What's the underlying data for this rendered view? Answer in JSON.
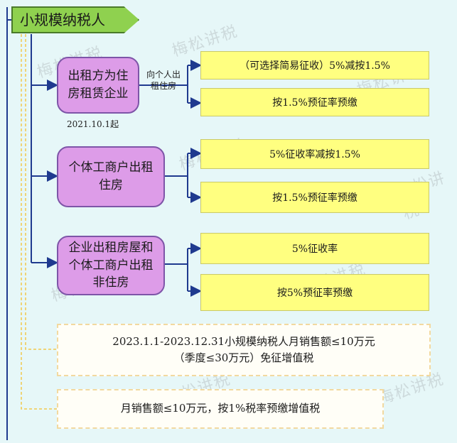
{
  "title": "小规模纳税人",
  "branches": [
    {
      "label_lines": [
        "出租方为住",
        "房租赁企业"
      ],
      "arrow_label_lines": [
        "向个人出",
        "租住房"
      ],
      "note": "2021.10.1起",
      "outcomes": [
        "（可选择简易征收）5%减按1.5%",
        "按1.5%预征率预缴"
      ]
    },
    {
      "label_lines": [
        "个体工商户出租",
        "住房"
      ],
      "outcomes": [
        "5%征收率减按1.5%",
        "按1.5%预征率预缴"
      ]
    },
    {
      "label_lines": [
        "企业出租房屋和",
        "个体工商户出租",
        "非住房"
      ],
      "outcomes": [
        "5%征收率",
        "按5%预征率预缴"
      ]
    }
  ],
  "exemption_lines": [
    "2023.1.1-2023.12.31小规模纳税人月销售额≤10万元",
    "（季度≤30万元）免征增值税"
  ],
  "prepay_text": "月销售额≤10万元，按1%税率预缴增值税",
  "watermark": "梅松讲税",
  "colors": {
    "background": "#e6f7f8",
    "title_fill": "#8fd14f",
    "branch_fill": "#dd9ce8",
    "outcome_fill": "#ffff80",
    "connector": "#1f3a8f"
  }
}
